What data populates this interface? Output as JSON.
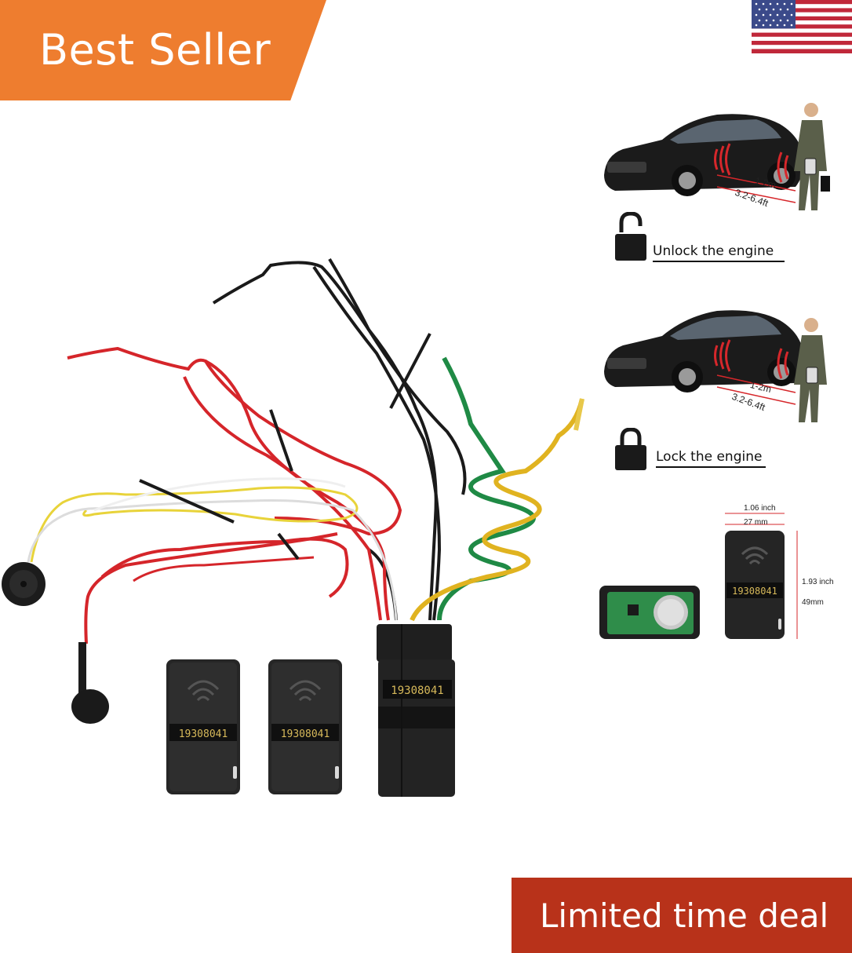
{
  "badges": {
    "best_seller": "Best Seller",
    "limited_deal": "Limited time deal"
  },
  "colors": {
    "best_seller_bg": "#ee7d2f",
    "deal_bg": "#b8321a"
  },
  "flag_icon": "us-flag-icon",
  "remotes": {
    "code": "19308041"
  },
  "scenes": {
    "unlock": {
      "label": "Unlock the engine",
      "distance_m": "1-2m",
      "distance_ft": "3.2-6.4ft"
    },
    "lock": {
      "label": "Lock the engine",
      "distance_m": "1-2m",
      "distance_ft": "3.2-6.4ft"
    }
  },
  "dimensions": {
    "width_inch": "1.06 inch",
    "width_mm": "27 mm",
    "height_inch": "1.93 inch",
    "height_mm": "49mm",
    "remote_code": "19308041"
  }
}
